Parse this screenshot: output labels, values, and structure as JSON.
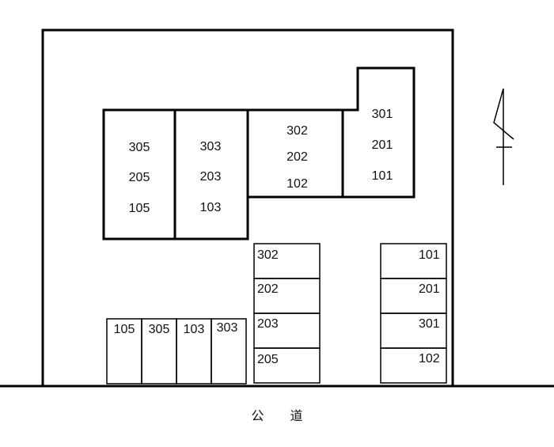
{
  "title": "Site layout plan",
  "colors": {
    "line": "#000000",
    "background": "#ffffff"
  },
  "road_label": [
    "公",
    "道"
  ],
  "north_arrow": {
    "icon": "north-arrow-icon"
  },
  "buildings": [
    {
      "id": "building-west",
      "units": [
        "305",
        "205",
        "105"
      ]
    },
    {
      "id": "building-center-west",
      "units": [
        "303",
        "203",
        "103"
      ]
    },
    {
      "id": "building-center-east",
      "units": [
        "302",
        "202",
        "102"
      ]
    },
    {
      "id": "building-east",
      "units": [
        "301",
        "201",
        "101"
      ]
    }
  ],
  "parking_bottom_row": [
    "105",
    "305",
    "103",
    "303"
  ],
  "parking_middle_column": [
    "302",
    "202",
    "203",
    "205"
  ],
  "parking_right_column": [
    "101",
    "201",
    "301",
    "102"
  ]
}
